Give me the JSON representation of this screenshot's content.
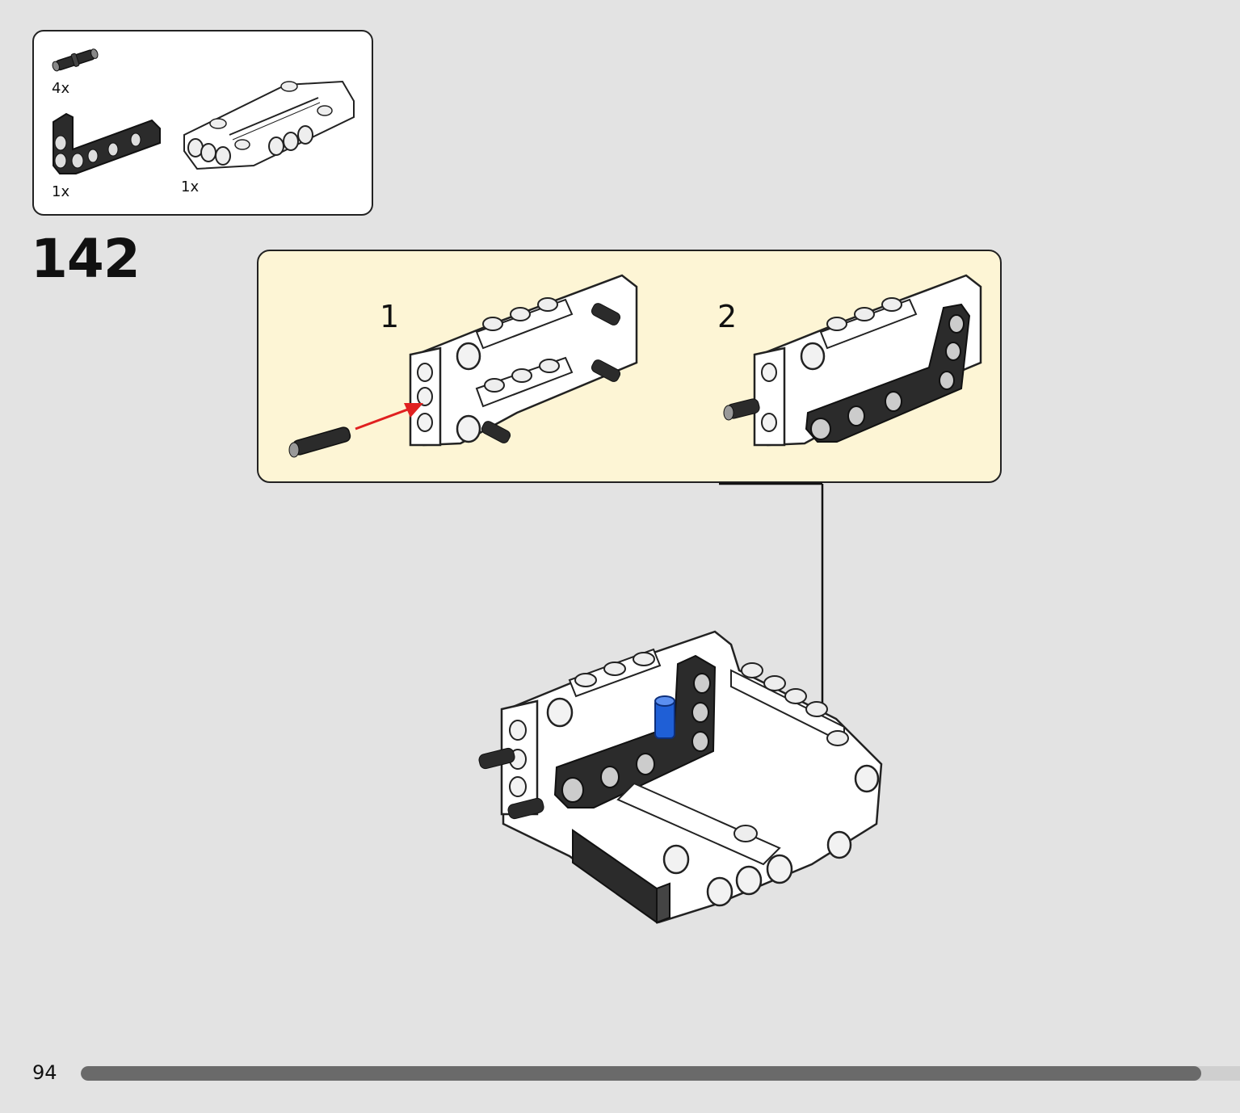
{
  "parts_list": {
    "items": [
      {
        "part": "axle-pin",
        "color": "#2b2b2b",
        "quantity": "4x"
      },
      {
        "part": "angled-beam",
        "color": "#2b2b2b",
        "quantity": "1x"
      },
      {
        "part": "panel-plate",
        "color": "#ffffff",
        "quantity": "1x"
      }
    ]
  },
  "step": {
    "number": "142"
  },
  "sub_steps": [
    {
      "label": "1"
    },
    {
      "label": "2"
    }
  ],
  "colors": {
    "callout_background": "#fdf5d5",
    "arrow_red": "#e02020",
    "highlight_blue": "#1f5fd6",
    "part_black": "#2b2b2b",
    "part_white": "#ffffff"
  },
  "footer": {
    "page_number": "94",
    "progress_fraction": 0.95
  }
}
